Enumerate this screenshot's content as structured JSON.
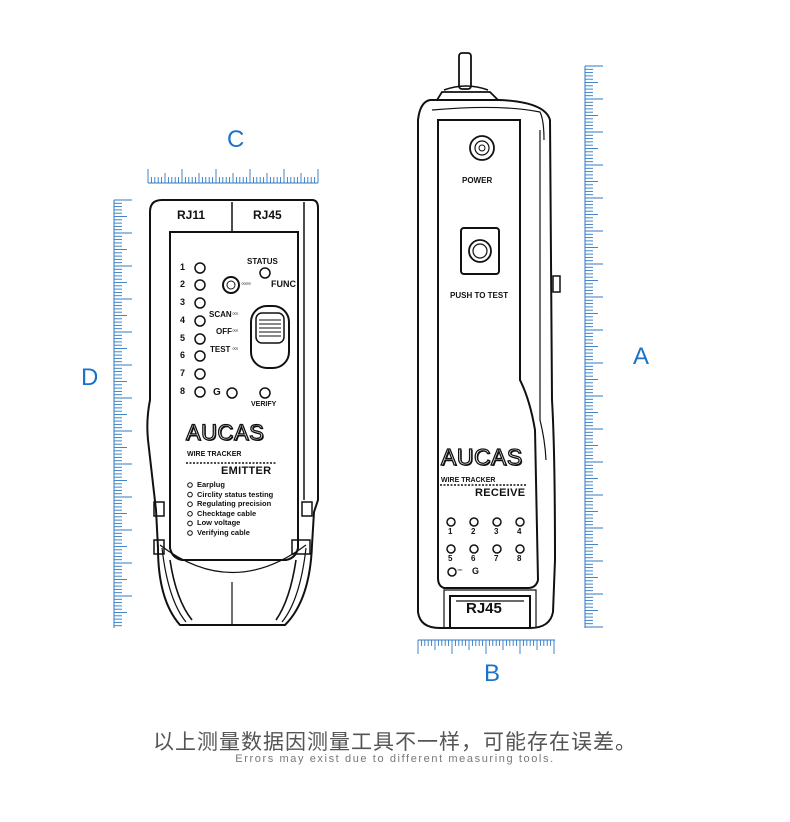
{
  "dimensions": {
    "a": "A",
    "b": "B",
    "c": "C",
    "d": "D"
  },
  "emitter": {
    "ports": [
      "RJ11",
      "RJ45"
    ],
    "led_numbers": [
      "1",
      "2",
      "3",
      "4",
      "5",
      "6",
      "7",
      "8"
    ],
    "led_g": "G",
    "status": "STATUS",
    "func": "FUNC",
    "scan": "SCAN",
    "off": "OFF",
    "test": "TEST",
    "verify": "VERIFY",
    "brand": "AUCAS",
    "wire_tracker": "WIRE TRACKER",
    "model": "EMITTER",
    "features": [
      "Earplug",
      "Circlity status testing",
      "Regulating precision",
      "Checktage cable",
      "Low voltage",
      "Verifying cable"
    ]
  },
  "receiver": {
    "power": "POWER",
    "push_to_test": "PUSH TO TEST",
    "brand": "AUCAS",
    "wire_tracker": "WIRE TRACKER",
    "model": "RECEIVE",
    "led_numbers": [
      "1",
      "2",
      "3",
      "4",
      "5",
      "6",
      "7",
      "8"
    ],
    "led_g": "G",
    "port": "RJ45"
  },
  "caption": {
    "cn": "以上测量数据因测量工具不一样，可能存在误差。",
    "en": "Errors may exist due to different measuring tools."
  }
}
